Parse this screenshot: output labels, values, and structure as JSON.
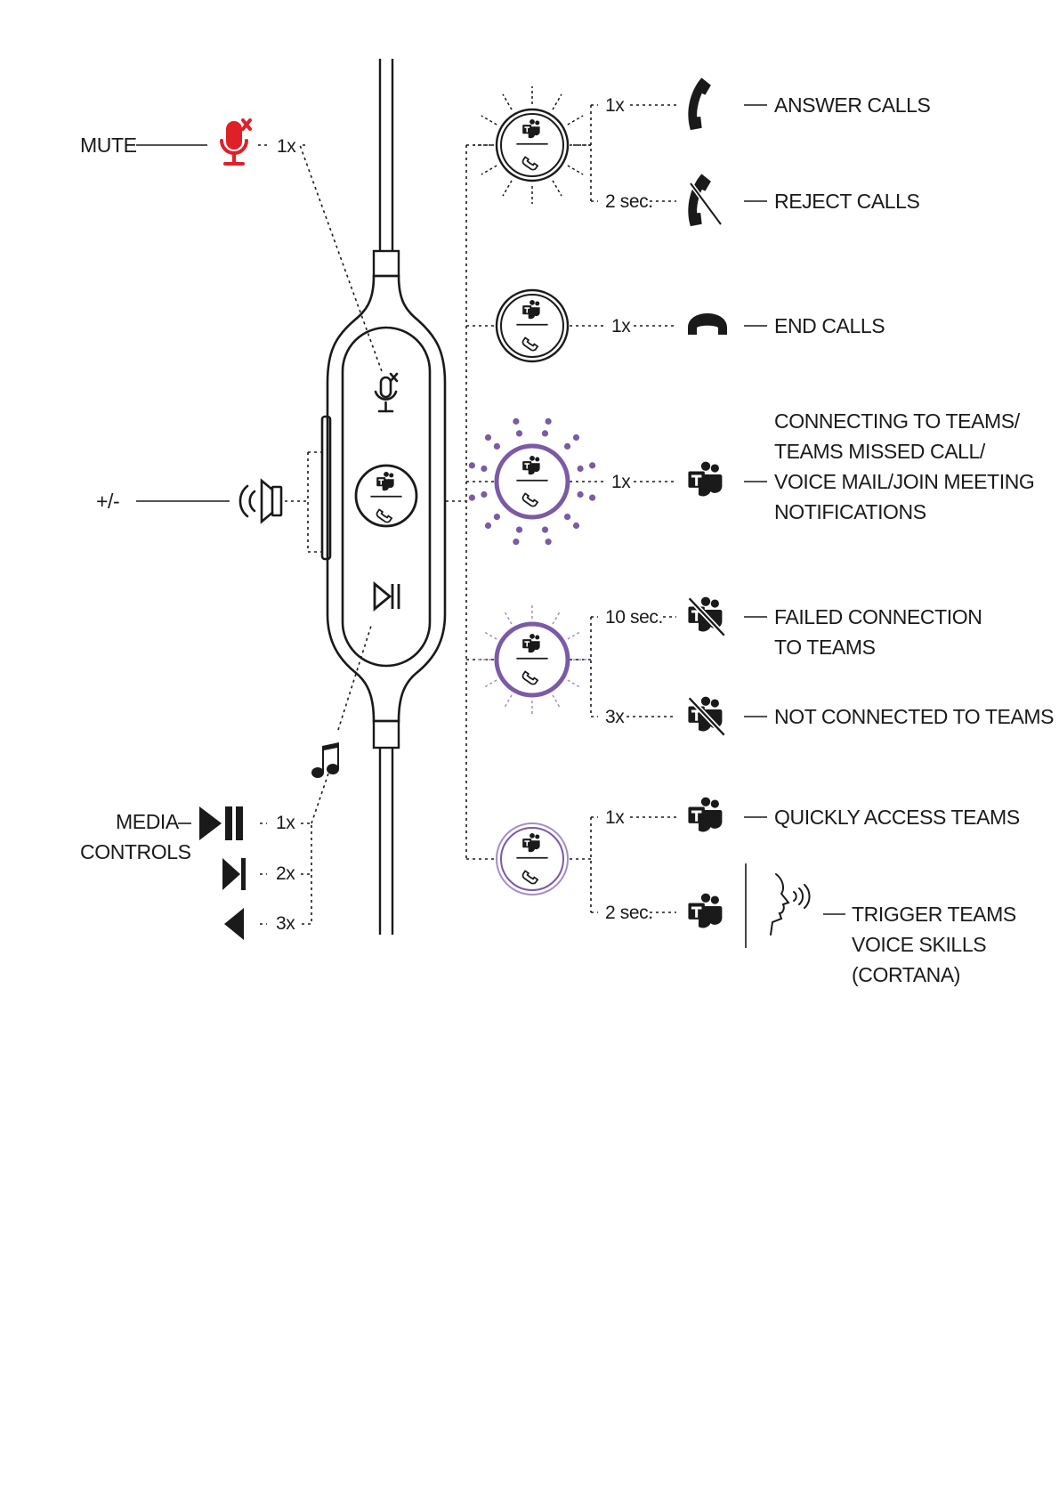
{
  "colors": {
    "ink": "#1a1a1a",
    "mute_red": "#e02028",
    "teams_purple": "#7b5aa6",
    "teams_purple_light": "#a58cc8"
  },
  "left": {
    "mute": {
      "label": "MUTE",
      "press": "1x",
      "icon": "mic-muted-icon"
    },
    "volume": {
      "label": "+/-",
      "icon": "speaker-icon"
    },
    "media": {
      "label_line1": "MEDIA",
      "label_line2": "CONTROLS",
      "icon": "music-note-icon",
      "actions": [
        {
          "press": "1x",
          "icon": "play-pause-icon"
        },
        {
          "press": "2x",
          "icon": "next-track-icon"
        },
        {
          "press": "3x",
          "icon": "previous-track-icon"
        }
      ]
    }
  },
  "states": [
    {
      "ring": "white-pulsing",
      "actions": [
        {
          "press": "1x",
          "icon": "phone-answer-icon",
          "lines": [
            "ANSWER CALLS"
          ]
        },
        {
          "press": "2 sec.",
          "icon": "phone-reject-icon",
          "lines": [
            "REJECT CALLS"
          ]
        }
      ]
    },
    {
      "ring": "white-solid",
      "actions": [
        {
          "press": "1x",
          "icon": "phone-hangup-icon",
          "lines": [
            "END CALLS"
          ]
        }
      ]
    },
    {
      "ring": "purple-pulsing",
      "actions": [
        {
          "press": "1x",
          "icon": "teams-icon",
          "lines": [
            "CONNECTING TO TEAMS/",
            "TEAMS MISSED CALL/",
            "VOICE MAIL/JOIN MEETING",
            "NOTIFICATIONS"
          ]
        }
      ]
    },
    {
      "ring": "purple-flashing",
      "actions": [
        {
          "press": "10 sec.",
          "icon": "teams-disconnected-icon",
          "lines": [
            "FAILED CONNECTION",
            "TO TEAMS"
          ]
        },
        {
          "press": "3x",
          "icon": "teams-disconnected-icon",
          "lines": [
            "NOT CONNECTED TO TEAMS"
          ]
        }
      ]
    },
    {
      "ring": "purple-solid",
      "actions": [
        {
          "press": "1x",
          "icon": "teams-icon",
          "lines": [
            "QUICKLY ACCESS TEAMS"
          ]
        },
        {
          "press": "2 sec.",
          "icon": "teams-icon",
          "lines": [
            "TRIGGER TEAMS",
            "VOICE SKILLS",
            "(CORTANA)"
          ],
          "extra_icon": "voice-speaking-icon"
        }
      ]
    }
  ]
}
